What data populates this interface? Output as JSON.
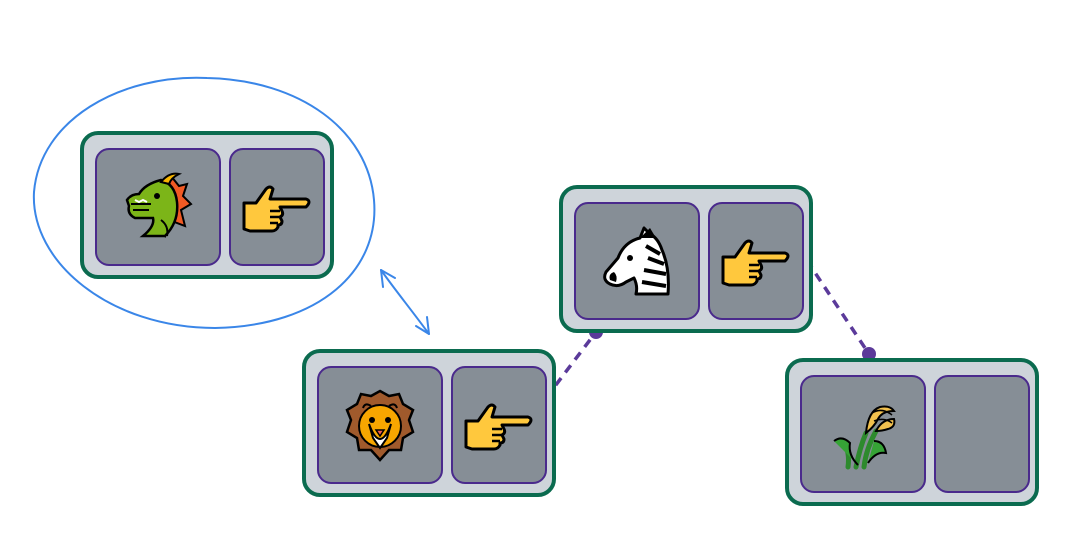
{
  "diagram": {
    "nodes": [
      {
        "id": "dragon-node",
        "value_icon": "dragon-face-icon",
        "next_icon": "pointing-right-icon",
        "has_next": true,
        "highlighted": true
      },
      {
        "id": "lion-node",
        "value_icon": "lion-face-icon",
        "next_icon": "pointing-right-icon",
        "has_next": true,
        "highlighted": false
      },
      {
        "id": "zebra-node",
        "value_icon": "zebra-face-icon",
        "next_icon": "pointing-right-icon",
        "has_next": true,
        "highlighted": false
      },
      {
        "id": "rice-node",
        "value_icon": "sheaf-of-rice-icon",
        "next_icon": "",
        "has_next": false,
        "highlighted": false
      }
    ],
    "links": [
      {
        "from": "lion-node",
        "to": "zebra-node",
        "style": "dashed"
      },
      {
        "from": "zebra-node",
        "to": "rice-node",
        "style": "dashed"
      }
    ],
    "annotations": [
      {
        "kind": "ellipse",
        "target": "dragon-node"
      },
      {
        "kind": "double-arrow",
        "between": [
          "dragon-node",
          "lion-node"
        ]
      }
    ],
    "colors": {
      "node_fill": "#ced4da",
      "node_border": "#0b6b4f",
      "cell_fill": "#868e96",
      "cell_border": "#4a2a8c",
      "link_color": "#5b3a9a",
      "annotation_color": "#3a86e8"
    }
  }
}
